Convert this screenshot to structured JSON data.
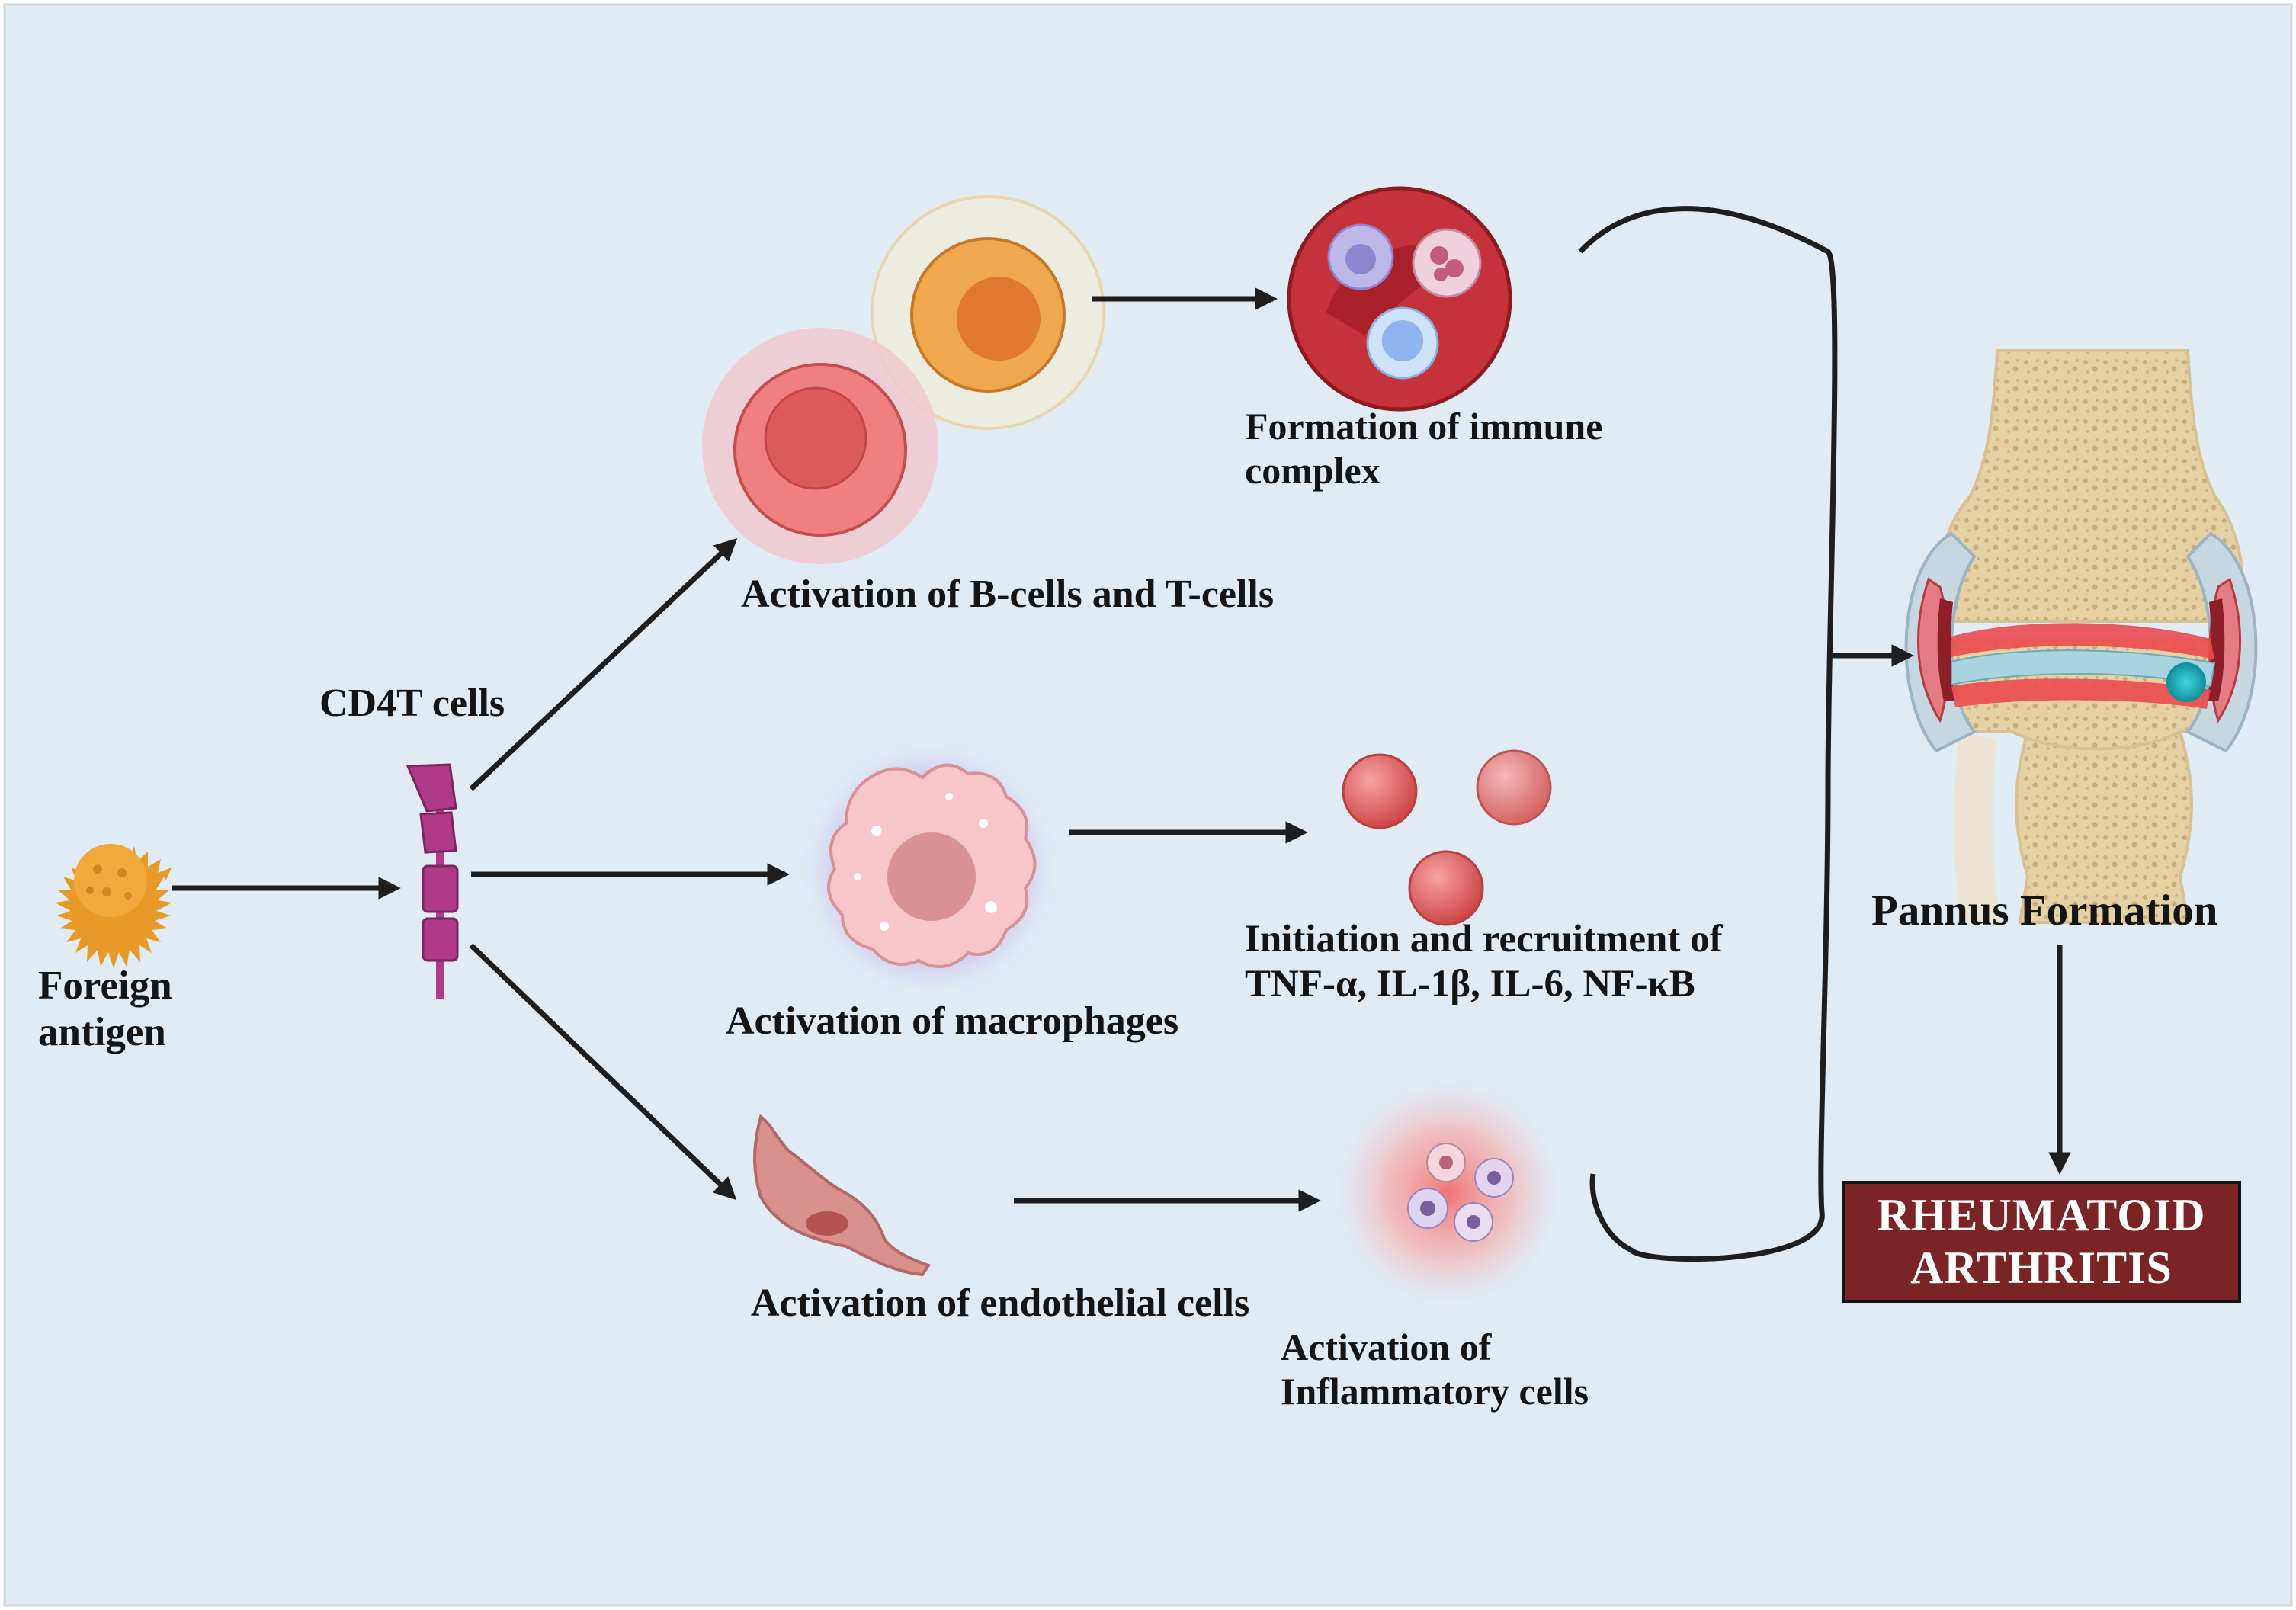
{
  "labels": {
    "foreign_antigen": [
      "Foreign",
      "antigen"
    ],
    "cd4t": "CD4T cells",
    "bt_cells": "Activation of B-cells and T-cells",
    "immune_complex": [
      "Formation of immune",
      "complex"
    ],
    "macrophages": "Activation of macrophages",
    "cytokines": [
      "Initiation and recruitment of",
      "TNF-α, IL-1β, IL-6, NF-κB"
    ],
    "endothelial": "Activation of endothelial cells",
    "inflammatory": [
      "Activation of",
      "Inflammatory cells"
    ],
    "pannus": "Pannus Formation",
    "ra": [
      "RHEUMATOID",
      "ARTHRITIS"
    ]
  },
  "colors": {
    "background": "#e1ebf3",
    "arrow": "#1e1e1e",
    "ra_box": "#7a2426",
    "cd4_receptor": "#b03a8a",
    "antigen": "#e89a28"
  }
}
